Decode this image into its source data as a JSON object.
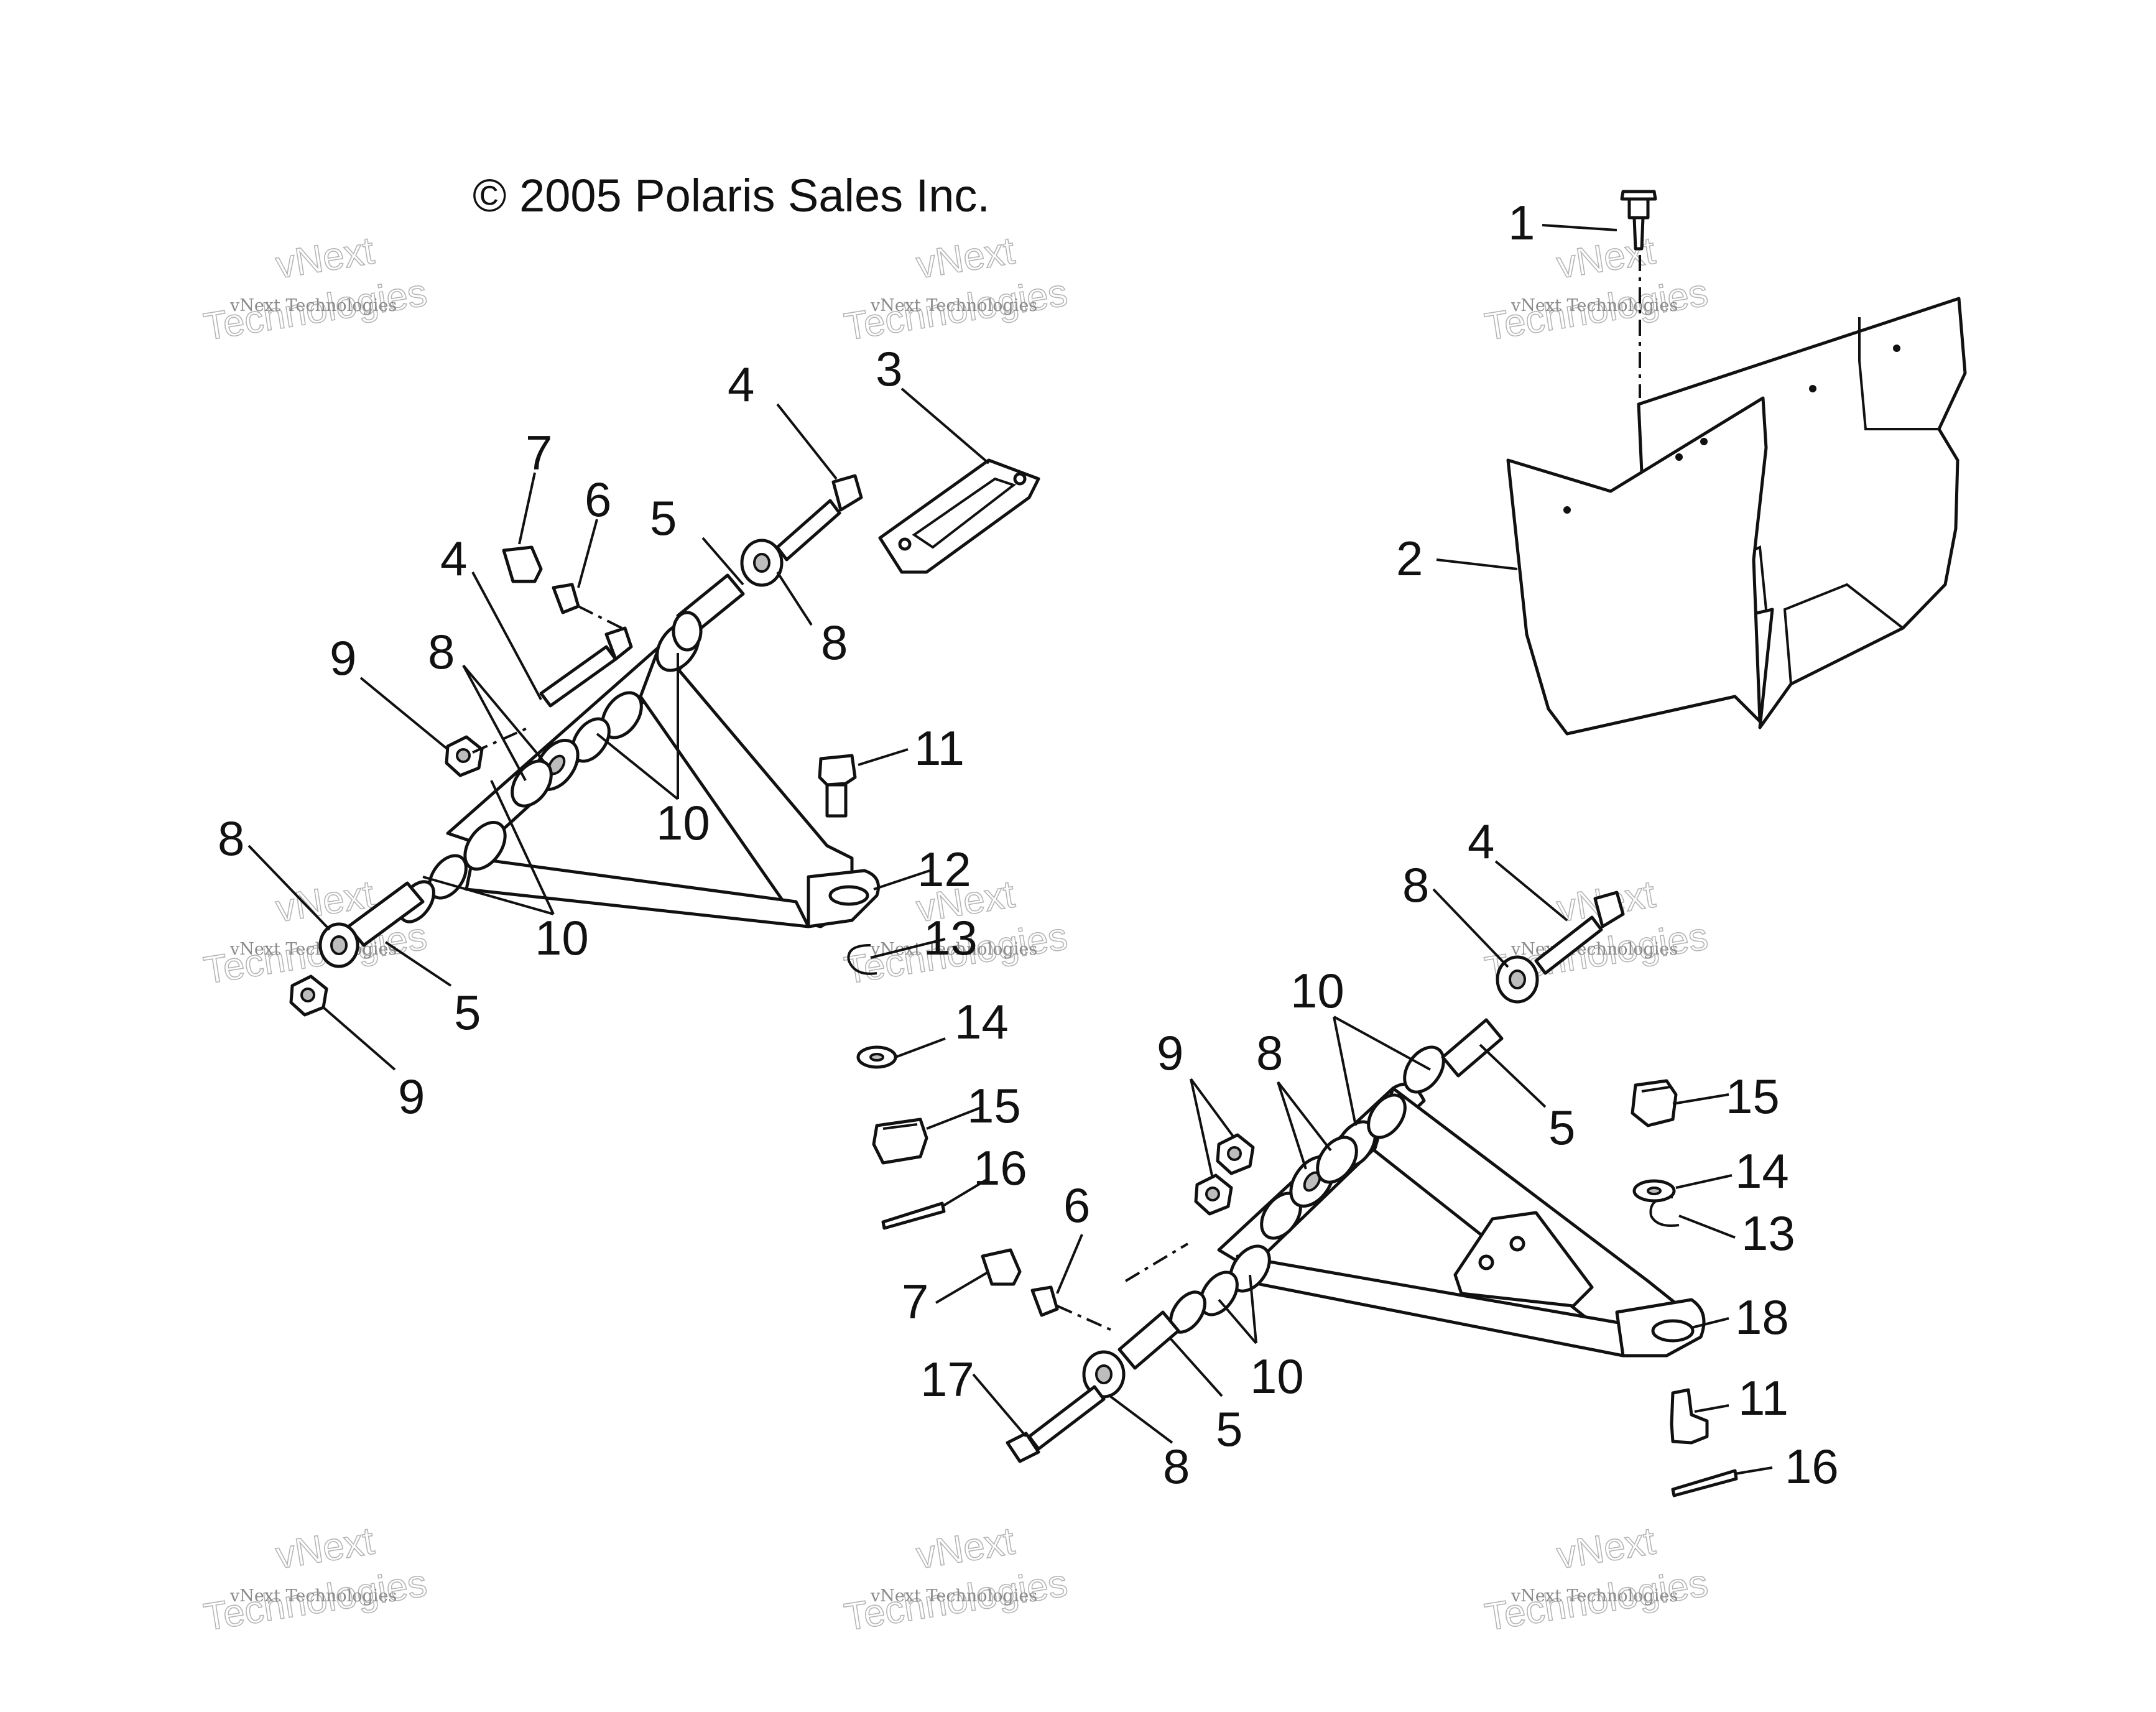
{
  "copyright": "© 2005 Polaris Sales Inc.",
  "watermark": {
    "line1": "vNext Technologies",
    "line2": "vNext",
    "line3": "Technologies"
  },
  "callouts": {
    "c1": "1",
    "c2": "2",
    "c3": "3",
    "c4a": "4",
    "c4b": "4",
    "c4c": "4",
    "c5a": "5",
    "c5b": "5",
    "c5c": "5",
    "c5d": "5",
    "c6a": "6",
    "c6b": "6",
    "c7a": "7",
    "c7b": "7",
    "c8a": "8",
    "c8b": "8",
    "c8c": "8",
    "c8d": "8",
    "c8e": "8",
    "c8f": "8",
    "c9a": "9",
    "c9b": "9",
    "c9c": "9",
    "c10a": "10",
    "c10b": "10",
    "c10c": "10",
    "c10d": "10",
    "c11a": "11",
    "c11b": "11",
    "c12": "12",
    "c13a": "13",
    "c13b": "13",
    "c14a": "14",
    "c14b": "14",
    "c15a": "15",
    "c15b": "15",
    "c16a": "16",
    "c16b": "16",
    "c17": "17",
    "c18": "18"
  }
}
